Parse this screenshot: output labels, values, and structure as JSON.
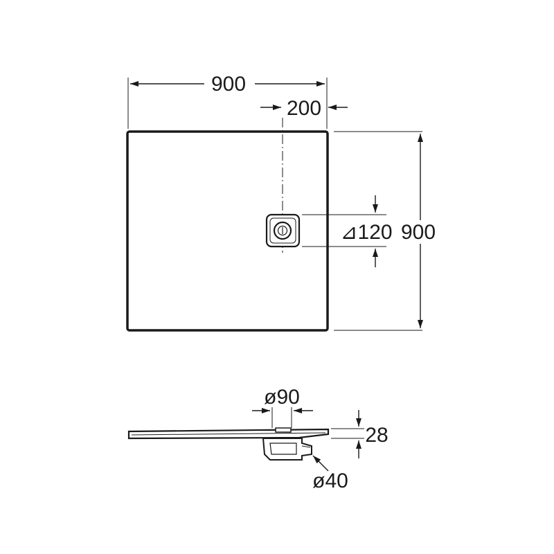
{
  "plan_view": {
    "width_label": "900",
    "drain_offset_label": "200",
    "drain_size_label": "⊿120",
    "depth_label": "900"
  },
  "side_view": {
    "drain_diameter_label": "ø90",
    "height_label": "28",
    "outlet_diameter_label": "ø40"
  },
  "colors": {
    "ink": "#1a1a1a",
    "background": "#ffffff"
  }
}
